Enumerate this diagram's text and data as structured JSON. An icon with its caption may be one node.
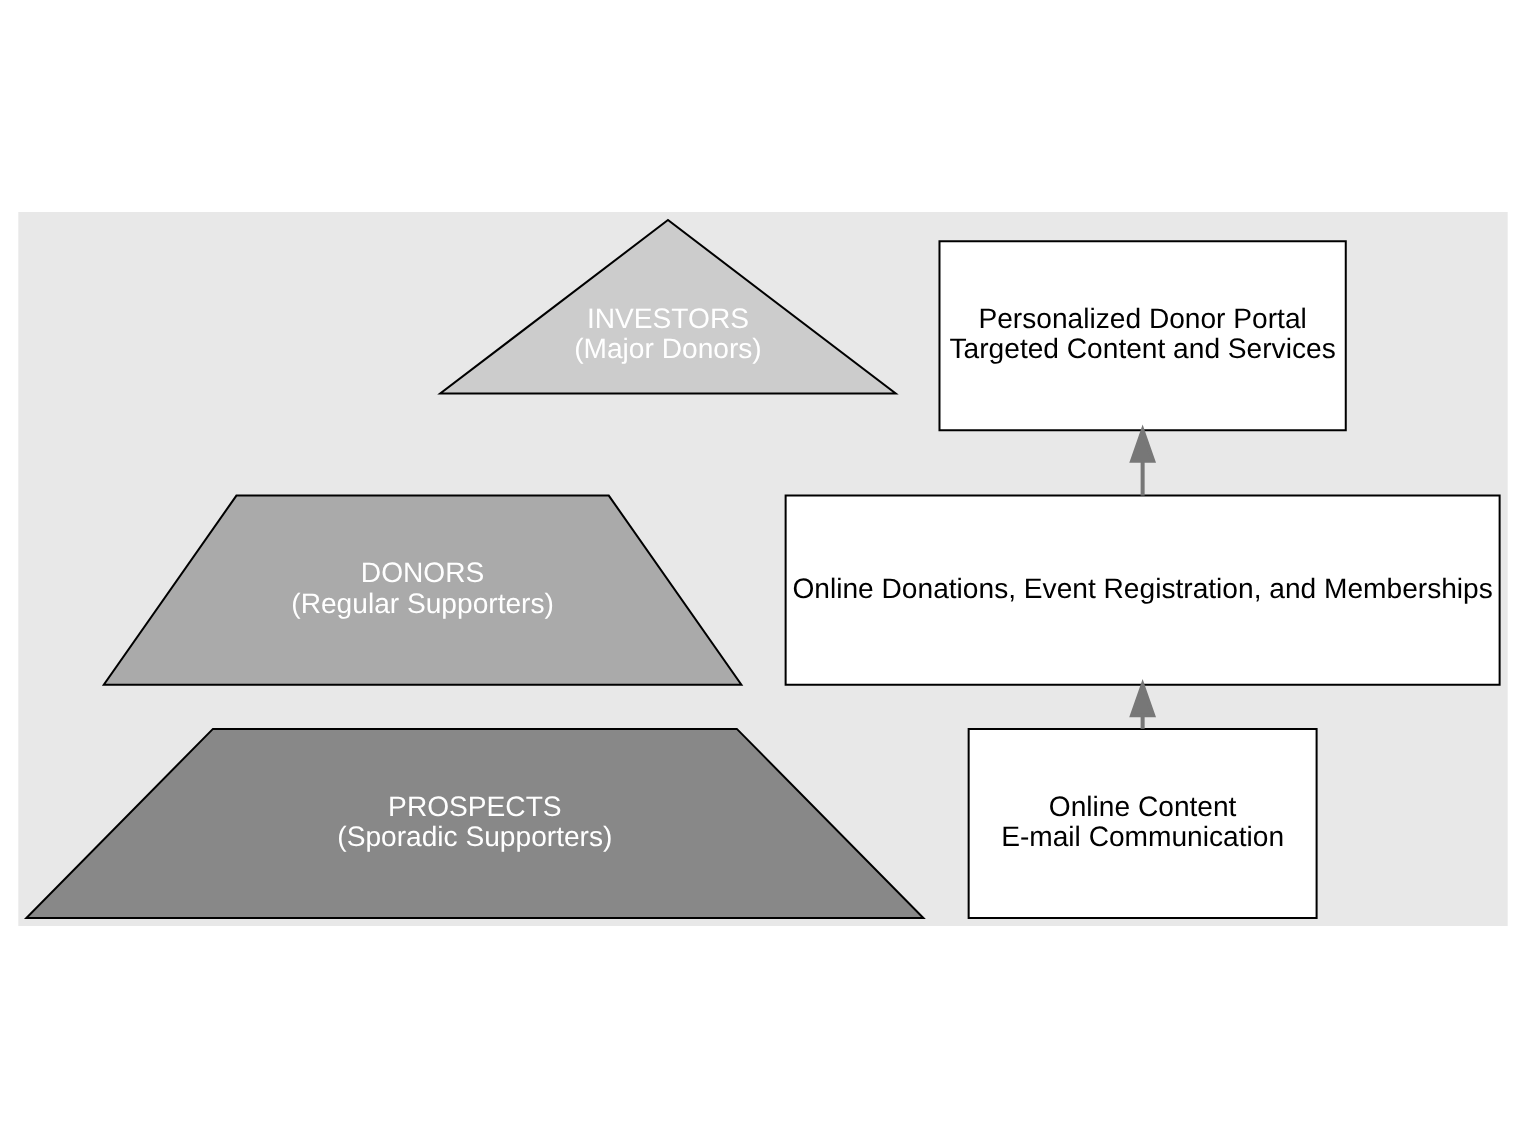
{
  "diagram": {
    "nodes": [
      {
        "text": [
          "INVESTORS",
          "(Major Donors)"
        ]
      },
      {
        "text": [
          "DONORS",
          "(Regular Supporters)"
        ]
      },
      {
        "text": [
          "PROSPECTS",
          "(Sporadic Supporters)"
        ]
      },
      {
        "text": [
          "Personalized Donor Portal",
          "Targeted Content and Services"
        ]
      },
      {
        "text": [
          "Online Donations, Event Registration, and Memberships"
        ]
      },
      {
        "text": [
          "Online Content",
          "E-mail Communication"
        ]
      }
    ],
    "edges": [
      {
        "from": 5,
        "to": 4,
        "arrow": "to"
      },
      {
        "from": 4,
        "to": 3,
        "arrow": "to"
      }
    ]
  }
}
